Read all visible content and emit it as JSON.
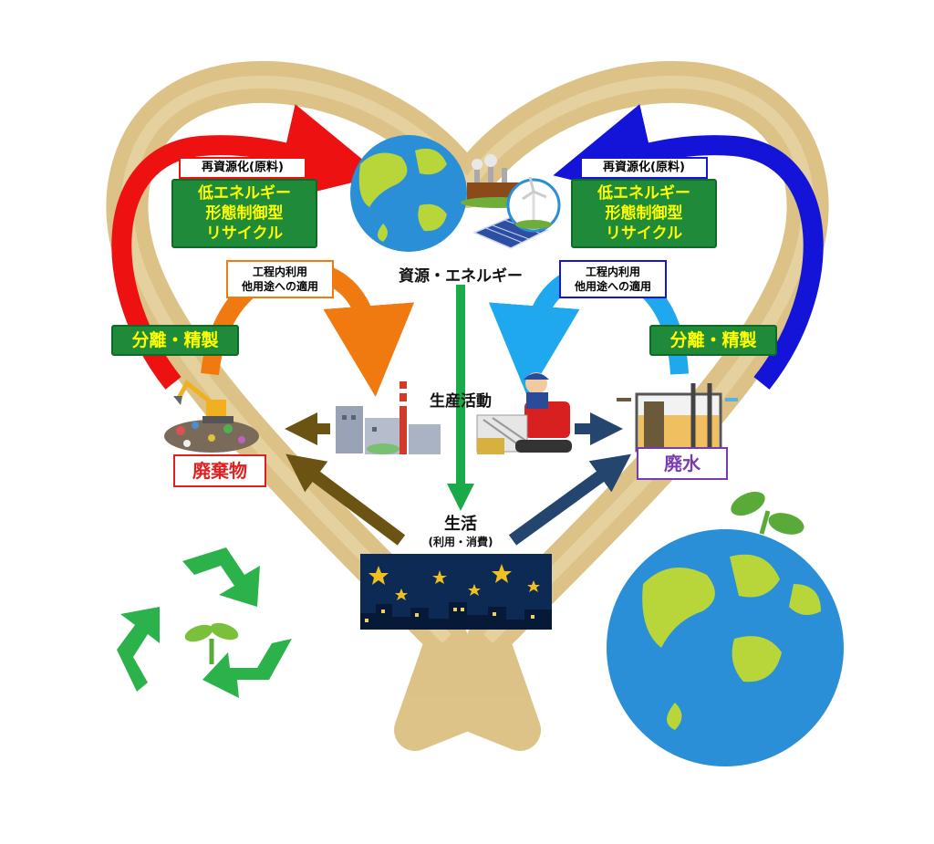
{
  "labels": {
    "left_recycle_tag": "再資源化(原料)",
    "right_recycle_tag": "再資源化(原料)",
    "left_green_lines": [
      "低エネルギー",
      "形態制御型",
      "リサイクル"
    ],
    "right_green_lines": [
      "低エネルギー",
      "形態制御型",
      "リサイクル"
    ],
    "left_inprocess_lines": [
      "工程内利用",
      "他用途への適用"
    ],
    "right_inprocess_lines": [
      "工程内利用",
      "他用途への適用"
    ],
    "left_separation": "分離・精製",
    "right_separation": "分離・精製",
    "resources": "資源・エネルギー",
    "production": "生産活動",
    "waste": "廃棄物",
    "wastewater": "廃水",
    "life": "生活",
    "life_sub": "(利用・消費)"
  },
  "colors": {
    "heart_ribbon": "#d7b873",
    "red_arrow": "#ee1111",
    "orange_arrow": "#f07a10",
    "blue_arrow": "#1414d8",
    "light_blue_arrow": "#20a8ee",
    "green_arrow": "#1aaa4a",
    "brown_arrow": "#6b5314",
    "navy_arrow": "#24466e",
    "box_green": "#1f8a3a",
    "box_text_yellow": "#ffff00",
    "waste_red": "#e02020",
    "wastewater_purple": "#7a3ab0",
    "night_sky": "#0d2a55",
    "earth_ocean": "#2a8fd6",
    "earth_land": "#b8d63a"
  },
  "icons": [
    "earth-icon",
    "factory-icon",
    "solar-panel-icon",
    "wind-turbine-icon",
    "excavator-landfill-icon",
    "power-plant-icon",
    "farmer-harvester-icon",
    "water-treatment-icon",
    "night-city-icon",
    "recycle-symbol-icon",
    "sprout-icon",
    "earth-sprout-icon"
  ]
}
